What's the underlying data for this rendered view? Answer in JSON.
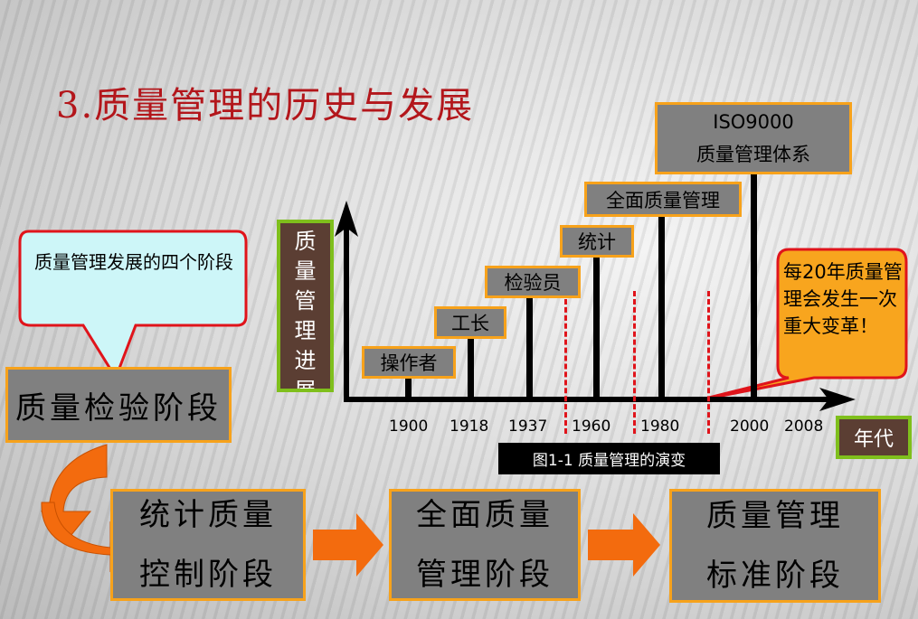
{
  "title": "3.质量管理的历史与发展",
  "callout_left": "质量管理发展的四个阶段",
  "callout_right": "每20年质量管理会发生一次重大变革！",
  "chart": {
    "y_title_chars": [
      "质",
      "量",
      "管",
      "理",
      "进",
      "展"
    ],
    "x_title": "年代",
    "caption": "图1-1 质量管理的演变",
    "ticks": [
      "1900",
      "1918",
      "1937",
      "1960",
      "1980",
      "2000",
      "2008"
    ],
    "labels": {
      "operator": "操作者",
      "foreman": "工长",
      "inspector": "检验员",
      "statistics": "统计",
      "tqm": "全面质量管理",
      "iso_line1": "ISO9000",
      "iso_line2": "质量管理体系"
    }
  },
  "stages": {
    "s1": "质量检验阶段",
    "s2_line1": "统计质量",
    "s2_line2": "控制阶段",
    "s3_line1": "全面质量",
    "s3_line2": "管理阶段",
    "s4_line1": "质量管理",
    "s4_line2": "标准阶段"
  },
  "colors": {
    "title": "#b3161b",
    "box_fill": "#808080",
    "box_border": "#f7a21b",
    "arrow": "#f36b0e",
    "dash": "#e0141b",
    "callout_left_fill": "#cdf6f8",
    "callout_right_fill": "#f8a51e",
    "callout_border": "#e0141b",
    "axis_label_fill": "#5b3e33",
    "axis_label_border": "#7fbf1c"
  }
}
